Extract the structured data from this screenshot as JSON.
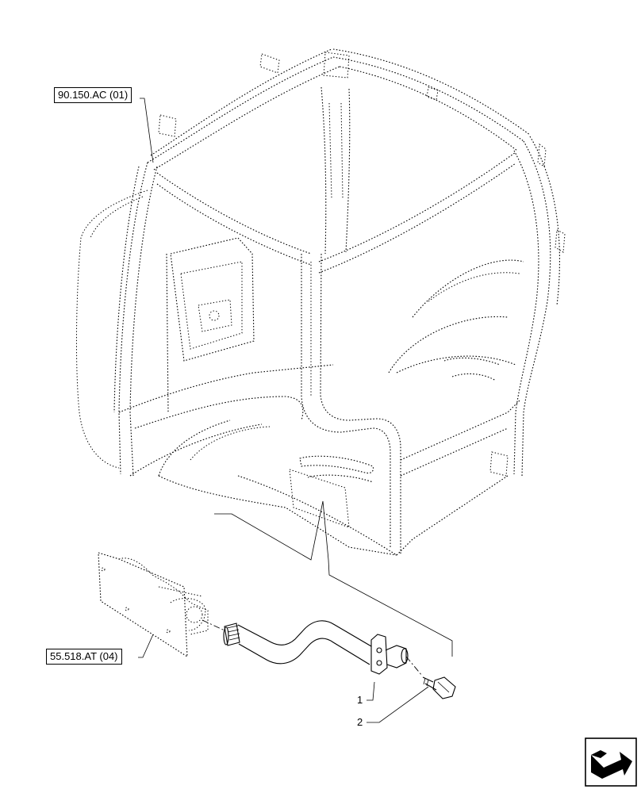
{
  "references": {
    "cab_structure": "90.150.AC (01)",
    "valve_bracket": "55.518.AT (04)"
  },
  "callouts": [
    {
      "label": "1"
    },
    {
      "label": "2"
    }
  ],
  "icons": {
    "navigation": "return-arrow-icon"
  }
}
